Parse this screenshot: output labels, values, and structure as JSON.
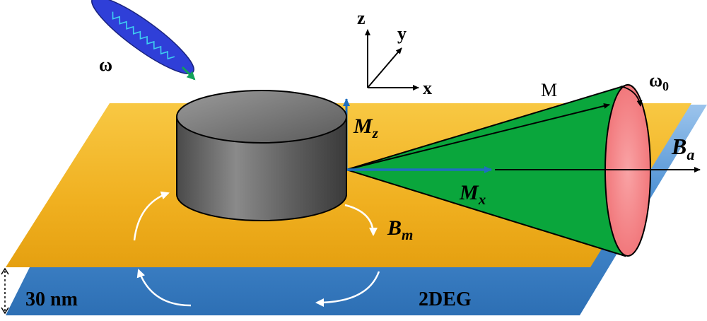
{
  "labels": {
    "photon_freq": "ω",
    "axis_z": "z",
    "axis_y": "y",
    "axis_x": "x",
    "magnetization": "M",
    "precession_freq_base": "ω",
    "precession_freq_sub": "0",
    "mz_base": "M",
    "mz_sub": "z",
    "mx_base": "M",
    "mx_sub": "x",
    "ba_base": "B",
    "ba_sub": "a",
    "bm_base": "B",
    "bm_sub": "m",
    "thickness": "30 nm",
    "layer_2deg": "2DEG"
  },
  "colors": {
    "gold_layer": "#f2b51f",
    "blue_layer": "#3f8ad0",
    "cone_green": "#0aa63c",
    "cone_face": "#f47f82",
    "magnet_gray": "#6b6b6b",
    "axis_blue": "#1f6fc0",
    "photon_blue": "#2f3fd8",
    "photon_wave": "#3fd0f0",
    "photon_arrow": "#12a15a"
  }
}
